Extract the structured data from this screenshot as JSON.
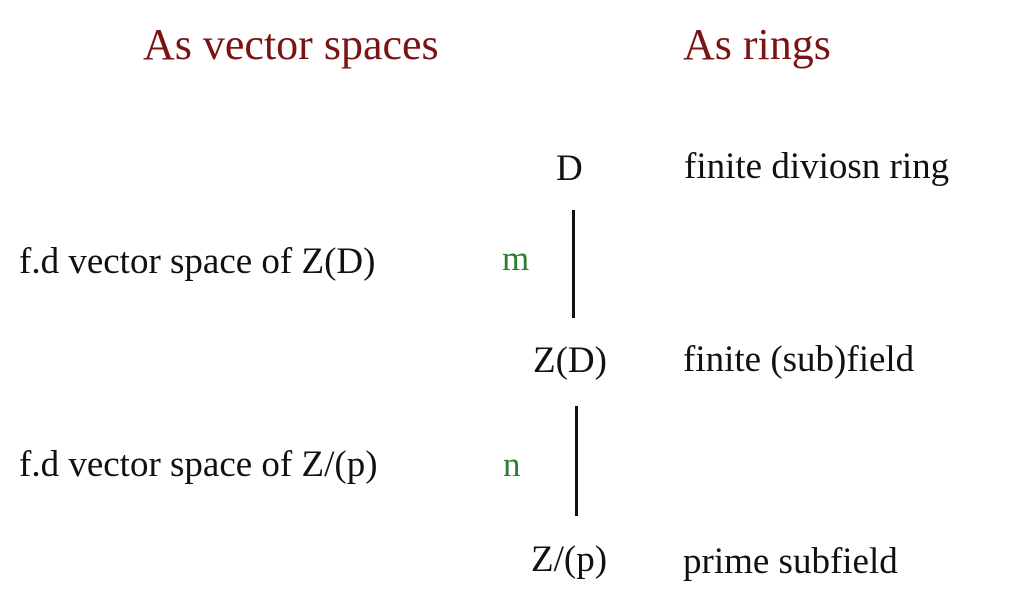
{
  "headings": {
    "vector_spaces": "As vector spaces",
    "rings": "As rings"
  },
  "nodes": {
    "top": "D",
    "middle": "Z(D)",
    "bottom": "Z/(p)"
  },
  "ring_descriptions": {
    "top": "finite diviosn ring",
    "middle": "finite (sub)field",
    "bottom": "prime subfield"
  },
  "vector_space_descriptions": {
    "upper": "f.d vector space of Z(D)",
    "lower": "f.d vector space of Z/(p)"
  },
  "dimensions": {
    "upper": "m",
    "lower": "n"
  },
  "colors": {
    "heading": "#7a1414",
    "dimension_label": "#2e7d32",
    "text": "#111111"
  }
}
